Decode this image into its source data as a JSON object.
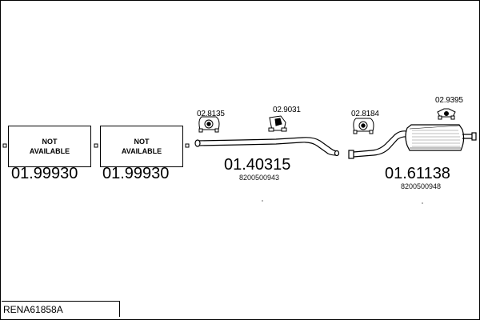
{
  "diagram": {
    "code": "RENA61858A",
    "parts": [
      {
        "name": "not-available-1",
        "label_line1": "NOT",
        "label_line2": "AVAILABLE",
        "number": "01.99930"
      },
      {
        "name": "not-available-2",
        "label_line1": "NOT",
        "label_line2": "AVAILABLE",
        "number": "01.99930"
      },
      {
        "name": "front-pipe",
        "number": "01.40315",
        "reference": "8200500943"
      },
      {
        "name": "rear-silencer",
        "number": "01.61138",
        "reference": "8200500948"
      }
    ],
    "accessories": [
      {
        "name": "rubber-mount-1",
        "number": "02.8135"
      },
      {
        "name": "clamp",
        "number": "02.9031"
      },
      {
        "name": "rubber-mount-2",
        "number": "02.8184"
      },
      {
        "name": "rubber-mount-3",
        "number": "02.9395"
      }
    ]
  }
}
